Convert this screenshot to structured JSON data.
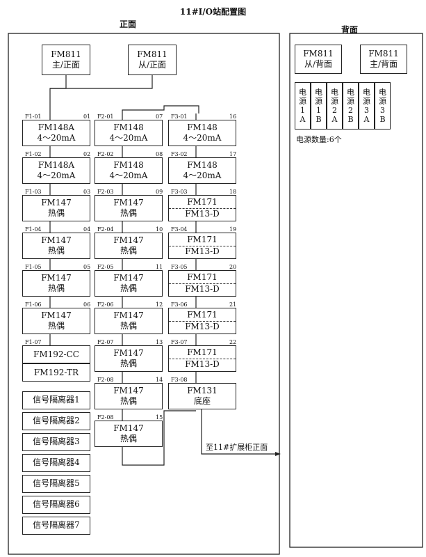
{
  "title": "11#I/O站配置图",
  "front": {
    "heading": "正面",
    "top_modules": [
      {
        "l1": "FM811",
        "l2": "主/正面"
      },
      {
        "l1": "FM811",
        "l2": "从/正面"
      }
    ],
    "columns": [
      {
        "id": "F1",
        "slots": [
          {
            "tag": "F1-01",
            "num": "01",
            "l1": "FM148A",
            "l2": "4～20mA"
          },
          {
            "tag": "F1-02",
            "num": "02",
            "l1": "FM148A",
            "l2": "4～20mA"
          },
          {
            "tag": "F1-03",
            "num": "03",
            "l1": "FM147",
            "l2": "热偶"
          },
          {
            "tag": "F1-04",
            "num": "04",
            "l1": "FM147",
            "l2": "热偶"
          },
          {
            "tag": "F1-05",
            "num": "05",
            "l1": "FM147",
            "l2": "热偶"
          },
          {
            "tag": "F1-06",
            "num": "06",
            "l1": "FM147",
            "l2": "热偶"
          },
          {
            "tag": "F1-07",
            "num": "",
            "l1": "FM192-CC",
            "l2": "FM192-TR"
          }
        ],
        "isolators": [
          "信号隔离器1",
          "信号隔离器2",
          "信号隔离器3",
          "信号隔离器4",
          "信号隔离器5",
          "信号隔离器6",
          "信号隔离器7"
        ]
      },
      {
        "id": "F2",
        "slots": [
          {
            "tag": "F2-01",
            "num": "07",
            "l1": "FM148",
            "l2": "4～20mA"
          },
          {
            "tag": "F2-02",
            "num": "08",
            "l1": "FM148",
            "l2": "4～20mA"
          },
          {
            "tag": "F2-03",
            "num": "09",
            "l1": "FM147",
            "l2": "热偶"
          },
          {
            "tag": "F2-04",
            "num": "10",
            "l1": "FM147",
            "l2": "热偶"
          },
          {
            "tag": "F2-05",
            "num": "11",
            "l1": "FM147",
            "l2": "热偶"
          },
          {
            "tag": "F2-06",
            "num": "12",
            "l1": "FM147",
            "l2": "热偶"
          },
          {
            "tag": "F2-07",
            "num": "13",
            "l1": "FM147",
            "l2": "热偶"
          },
          {
            "tag": "F2-08",
            "num": "14",
            "l1": "FM147",
            "l2": "热偶"
          },
          {
            "tag": "F2-08",
            "num": "15",
            "l1": "FM147",
            "l2": "热偶"
          }
        ]
      },
      {
        "id": "F3",
        "slots": [
          {
            "tag": "F3-01",
            "num": "16",
            "l1": "FM148",
            "l2": "4～20mA"
          },
          {
            "tag": "F3-02",
            "num": "17",
            "l1": "FM148",
            "l2": "4～20mA"
          },
          {
            "tag": "F3-03",
            "num": "18",
            "l1": "FM171",
            "l2": "FM13-D"
          },
          {
            "tag": "F3-04",
            "num": "19",
            "l1": "FM171",
            "l2": "FM13-D"
          },
          {
            "tag": "F3-05",
            "num": "20",
            "l1": "FM171",
            "l2": "FM13-D"
          },
          {
            "tag": "F3-06",
            "num": "21",
            "l1": "FM171",
            "l2": "FM13-D"
          },
          {
            "tag": "F3-07",
            "num": "22",
            "l1": "FM171",
            "l2": "FM13-D"
          },
          {
            "tag": "F3-08",
            "num": "",
            "l1": "FM131",
            "l2": "底座"
          }
        ]
      }
    ],
    "arrow_label": "至11#扩展柜正面"
  },
  "back": {
    "heading": "背面",
    "top_modules": [
      {
        "l1": "FM811",
        "l2": "从/背面"
      },
      {
        "l1": "FM811",
        "l2": "主/背面"
      }
    ],
    "power_supplies": [
      [
        "电",
        "源",
        "1",
        "A"
      ],
      [
        "电",
        "源",
        "1",
        "B"
      ],
      [
        "电",
        "源",
        "2",
        "A"
      ],
      [
        "电",
        "源",
        "2",
        "B"
      ],
      [
        "电",
        "源",
        "3",
        "A"
      ],
      [
        "电",
        "源",
        "3",
        "B"
      ]
    ],
    "power_count": "电源数量:6个"
  }
}
